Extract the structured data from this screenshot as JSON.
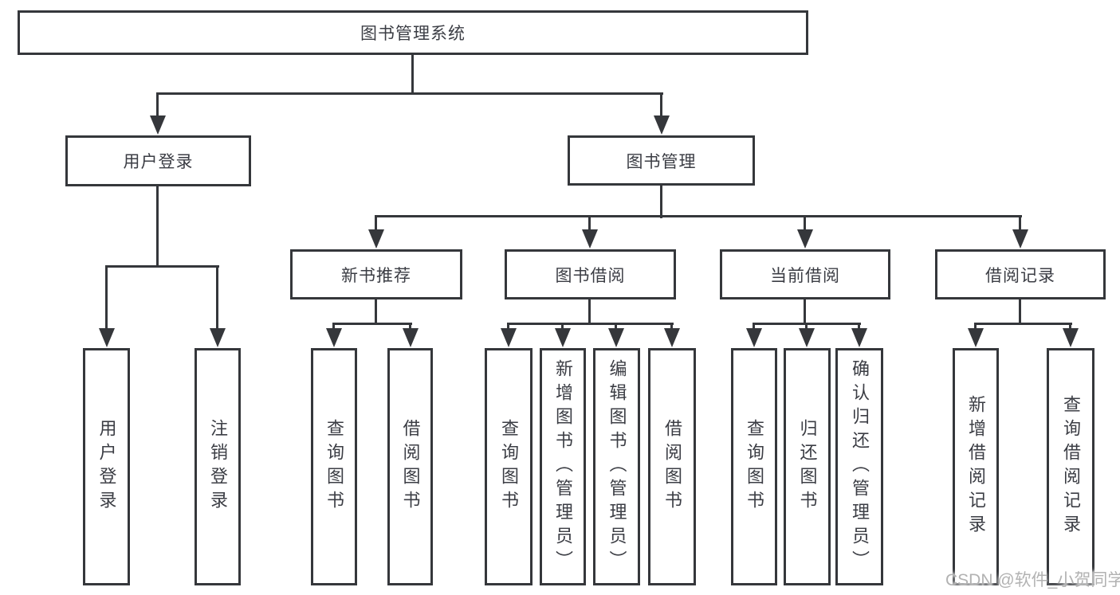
{
  "nodes": {
    "root": "图书管理系统",
    "user_login": "用户登录",
    "book_mgmt": "图书管理",
    "new_book_rec": "新书推荐",
    "book_borrow": "图书借阅",
    "current_borrow": "当前借阅",
    "borrow_records": "借阅记录",
    "leaf_user_login": "用户登录",
    "leaf_logout": "注销登录",
    "leaf_nb_query": "查询图书",
    "leaf_nb_borrow": "借阅图书",
    "leaf_bb_query": "查询图书",
    "leaf_bb_add": "新增图书（管理员）",
    "leaf_bb_edit": "编辑图书（管理员）",
    "leaf_bb_borrow": "借阅图书",
    "leaf_cb_query": "查询图书",
    "leaf_cb_return": "归还图书",
    "leaf_cb_confirm": "确认归还（管理员）",
    "leaf_br_add": "新增借阅记录",
    "leaf_br_query": "查询借阅记录"
  },
  "watermark": "CSDN @软件_小贺同学",
  "colors": {
    "line": "#35373b",
    "text": "#3b3d44",
    "watermark": "#b2b2b2",
    "background": "#ffffff"
  }
}
